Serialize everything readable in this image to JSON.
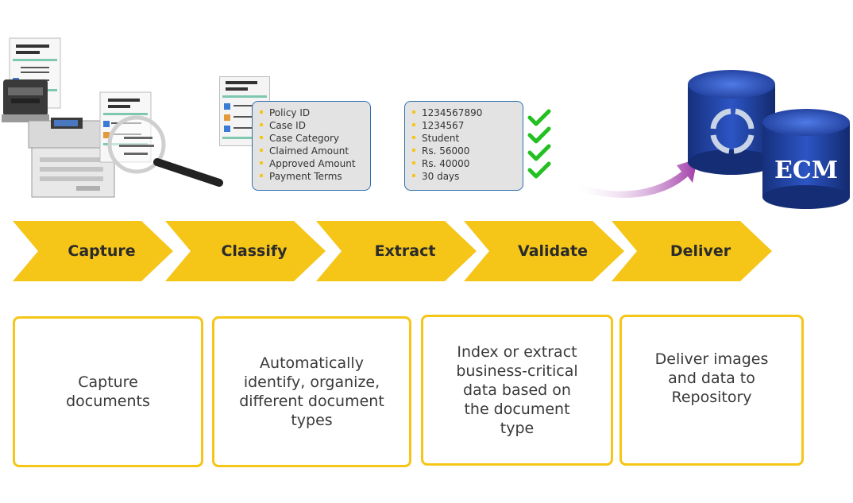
{
  "steps": [
    {
      "label": "Capture"
    },
    {
      "label": "Classify"
    },
    {
      "label": "Extract"
    },
    {
      "label": "Validate"
    },
    {
      "label": "Deliver"
    }
  ],
  "descriptions": [
    {
      "text": "Capture documents"
    },
    {
      "text": "Automatically identify, organize, different document types"
    },
    {
      "text": "Index or extract business-critical data based on the document type"
    },
    {
      "text": "Deliver images and data to Repository"
    }
  ],
  "classify_fields": [
    "Policy ID",
    "Case ID",
    "Case Category",
    "Claimed Amount",
    "Approved Amount",
    "Payment Terms"
  ],
  "extract_values": [
    "1234567890",
    "1234567",
    "Student",
    "Rs. 56000",
    "Rs. 40000",
    "30 days"
  ],
  "validation_checks": [
    "check-icon",
    "check-icon",
    "check-icon",
    "check-icon"
  ],
  "repository": {
    "label": "ECM"
  },
  "colors": {
    "arrow_yellow": "#f5c518",
    "box_border": "#f5c518",
    "field_border": "#2f6fb0",
    "check_green": "#22c020",
    "db_blue": "#1f3f9a",
    "deliver_arrow": "#a03aa8"
  }
}
